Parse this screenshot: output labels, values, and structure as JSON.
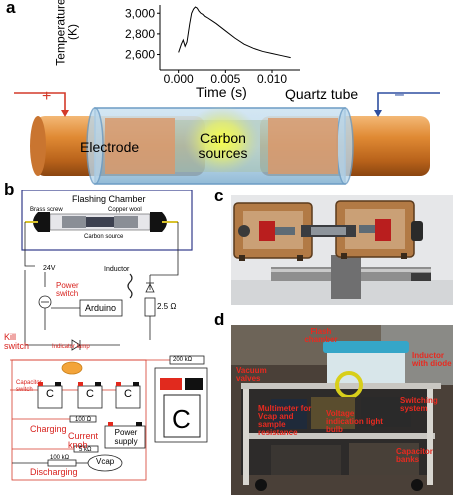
{
  "panels": {
    "a": "a",
    "b": "b",
    "c": "c",
    "d": "d"
  },
  "panel_a": {
    "ylabel": "Temperature\n(K)",
    "xlabel": "Time (s)",
    "plus": "+",
    "minus": "–",
    "quartz_label": "Quartz tube",
    "electrode_label": "Electrode",
    "carbon_label_1": "Carbon",
    "carbon_label_2": "sources"
  },
  "chart_data": {
    "type": "line",
    "xlabel": "Time (s)",
    "ylabel": "Temperature (K)",
    "xlim": [
      -0.002,
      0.013
    ],
    "ylim": [
      2450,
      3080
    ],
    "xticks": [
      0.0,
      0.005,
      0.01
    ],
    "xtick_labels": [
      "0.000",
      "0.005",
      "0.010"
    ],
    "yticks": [
      2600,
      2800,
      3000
    ],
    "ytick_labels": [
      "2,600",
      "2,800",
      "3,000"
    ],
    "series": [
      {
        "x": [
          0.0,
          0.0003,
          0.0005,
          0.0007,
          0.0009,
          0.001,
          0.0012,
          0.0014,
          0.0016,
          0.0018,
          0.002,
          0.0022,
          0.0024,
          0.0026,
          0.0028,
          0.003,
          0.0035,
          0.004,
          0.005,
          0.006,
          0.007,
          0.008,
          0.009,
          0.01,
          0.011,
          0.012
        ],
        "y": [
          2620,
          2700,
          2740,
          2680,
          2720,
          2780,
          2900,
          3000,
          3040,
          3060,
          3050,
          3020,
          3000,
          2990,
          2970,
          2960,
          2930,
          2900,
          2830,
          2760,
          2700,
          2660,
          2630,
          2610,
          2590,
          2570
        ]
      }
    ]
  },
  "panel_b": {
    "flashing_chamber": "Flashing Chamber",
    "brass_screw": "Brass screw",
    "copper_wool": "Copper wool",
    "carbon_source": "Carbon source",
    "v24": "24V",
    "power_switch_1": "Power",
    "power_switch_2": "switch",
    "inductor": "Inductor",
    "arduino": "Arduino",
    "res_25": "2.5 Ω",
    "kill_switch_1": "Kill",
    "kill_switch_2": "switch",
    "indicator_lamp": "Indicator lamp",
    "capacitor_switch_1": "Capacitor",
    "capacitor_switch_2": "switch",
    "cap_c": "C",
    "res_200k": "200 kΩ",
    "res_100": "100 Ω",
    "charging": "Charging",
    "current_knob_1": "Current",
    "current_knob_2": "knob",
    "power_supply_1": "Power",
    "power_supply_2": "supply",
    "res_5k": "5 kΩ",
    "discharging": "Discharging",
    "res_100k": "100 kΩ",
    "vcap": "Vcap"
  },
  "panel_d": {
    "flash_chamber": "Flash chamber",
    "vacuum_valves": "Vacuum valves",
    "inductor_diode": "Inductor with diode",
    "switching_system": "Switching system",
    "multimeter": "Multimeter for Vcap and sample resistance",
    "voltage_indication": "Voltage indication light bulb",
    "capacitor_banks": "Capacitor banks"
  }
}
